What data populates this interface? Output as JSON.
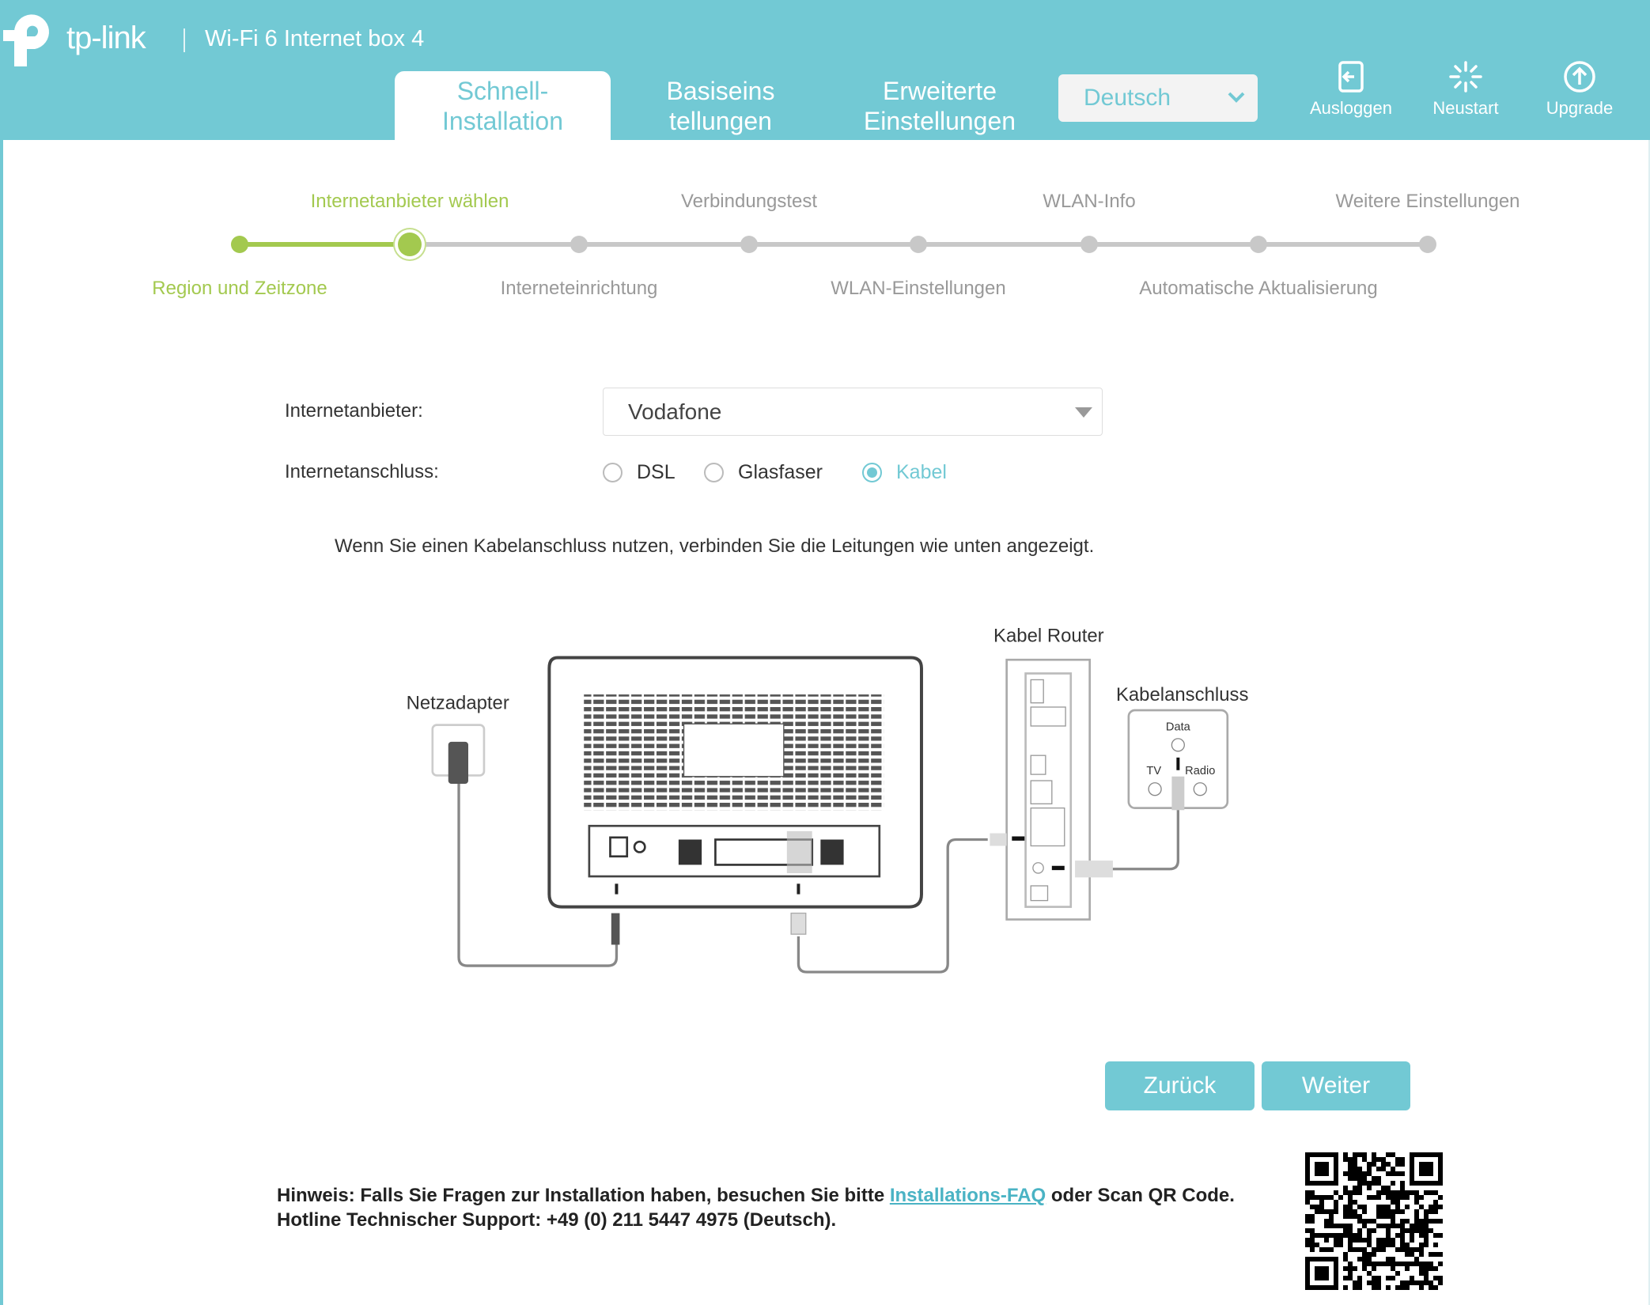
{
  "header": {
    "brand": "tp-link",
    "model": "Wi-Fi 6 Internet box 4",
    "tabs": [
      {
        "label_1": "Schnell-",
        "label_2": "Installation",
        "active": true
      },
      {
        "label_1": "Basiseins",
        "label_2": "tellungen"
      },
      {
        "label_1": "Erweiterte",
        "label_2": "Einstellungen"
      }
    ],
    "language": "Deutsch",
    "actions": [
      {
        "label": "Ausloggen",
        "icon": "logout-icon"
      },
      {
        "label": "Neustart",
        "icon": "reboot-icon"
      },
      {
        "label": "Upgrade",
        "icon": "upgrade-icon"
      }
    ]
  },
  "steps": {
    "top": [
      "Internetanbieter wählen",
      "Verbindungstest",
      "WLAN-Info",
      "Weitere Einstellungen"
    ],
    "bottom": [
      "Region und Zeitzone",
      "Interneteinrichtung",
      "WLAN-Einstellungen",
      "Automatische Aktualisierung"
    ],
    "current_index": 1,
    "total": 8
  },
  "form": {
    "isp_label": "Internetanbieter:",
    "isp_value": "Vodafone",
    "conn_label": "Internetanschluss:",
    "options": [
      "DSL",
      "Glasfaser",
      "Kabel"
    ],
    "selected": "Kabel",
    "instruction": "Wenn Sie einen Kabelanschluss nutzen, verbinden Sie die Leitungen wie unten angezeigt."
  },
  "diagram": {
    "power": "Netzadapter",
    "router": "Kabel Router",
    "outlet": "Kabelanschluss",
    "data": "Data",
    "tv": "TV",
    "radio": "Radio"
  },
  "buttons": {
    "back": "Zurück",
    "next": "Weiter"
  },
  "note": {
    "line1_a": "Hinweis: Falls Sie Fragen zur Installation haben, besuchen Sie bitte ",
    "link": "Installations-FAQ",
    "line1_b": " oder Scan QR Code.",
    "line2": "Hotline Technischer Support: +49 (0) 211 5447 4975 (Deutsch)."
  },
  "colors": {
    "accent": "#72c9d4",
    "done": "#a3c94f",
    "pending": "#c8c8c8"
  }
}
